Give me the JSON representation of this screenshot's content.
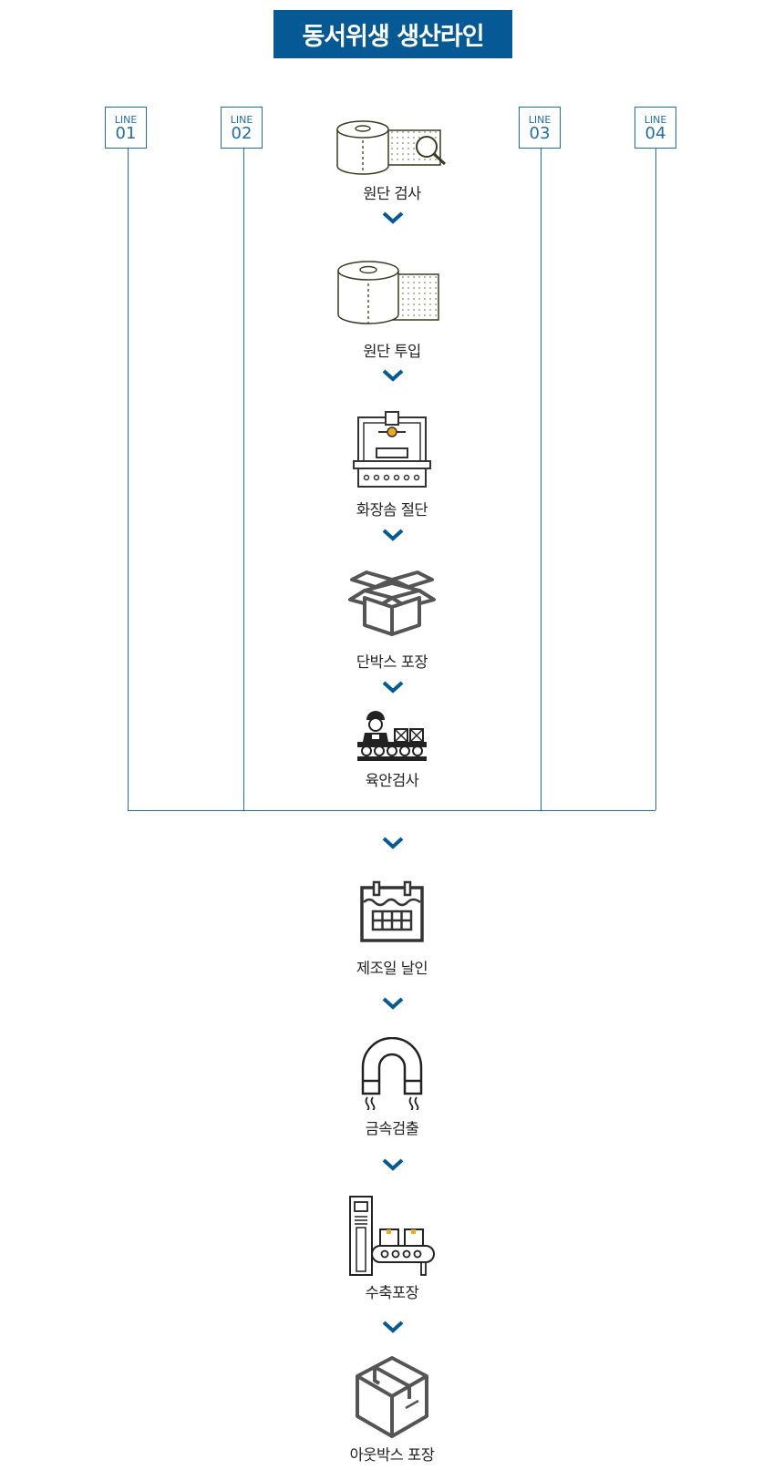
{
  "title": "동서위생 생산라인",
  "lines": [
    {
      "label": "LINE",
      "num": "01"
    },
    {
      "label": "LINE",
      "num": "02"
    },
    {
      "label": "LINE",
      "num": "03"
    },
    {
      "label": "LINE",
      "num": "04"
    }
  ],
  "steps": [
    {
      "label": "원단 검사",
      "icon": "roll-inspection-icon"
    },
    {
      "label": "원단 투입",
      "icon": "roll-input-icon"
    },
    {
      "label": "화장솜 절단",
      "icon": "cutting-machine-icon"
    },
    {
      "label": "단박스 포장",
      "icon": "open-box-icon"
    },
    {
      "label": "육안검사",
      "icon": "worker-conveyor-icon"
    },
    {
      "label": "제조일 날인",
      "icon": "calendar-icon"
    },
    {
      "label": "금속검출",
      "icon": "magnet-icon"
    },
    {
      "label": "수축포장",
      "icon": "packaging-machine-icon"
    },
    {
      "label": "아웃박스 포장",
      "icon": "closed-box-icon"
    }
  ],
  "colors": {
    "accent": "#055a96",
    "line": "#1e6ea8",
    "highlight": "#f0a81e"
  }
}
